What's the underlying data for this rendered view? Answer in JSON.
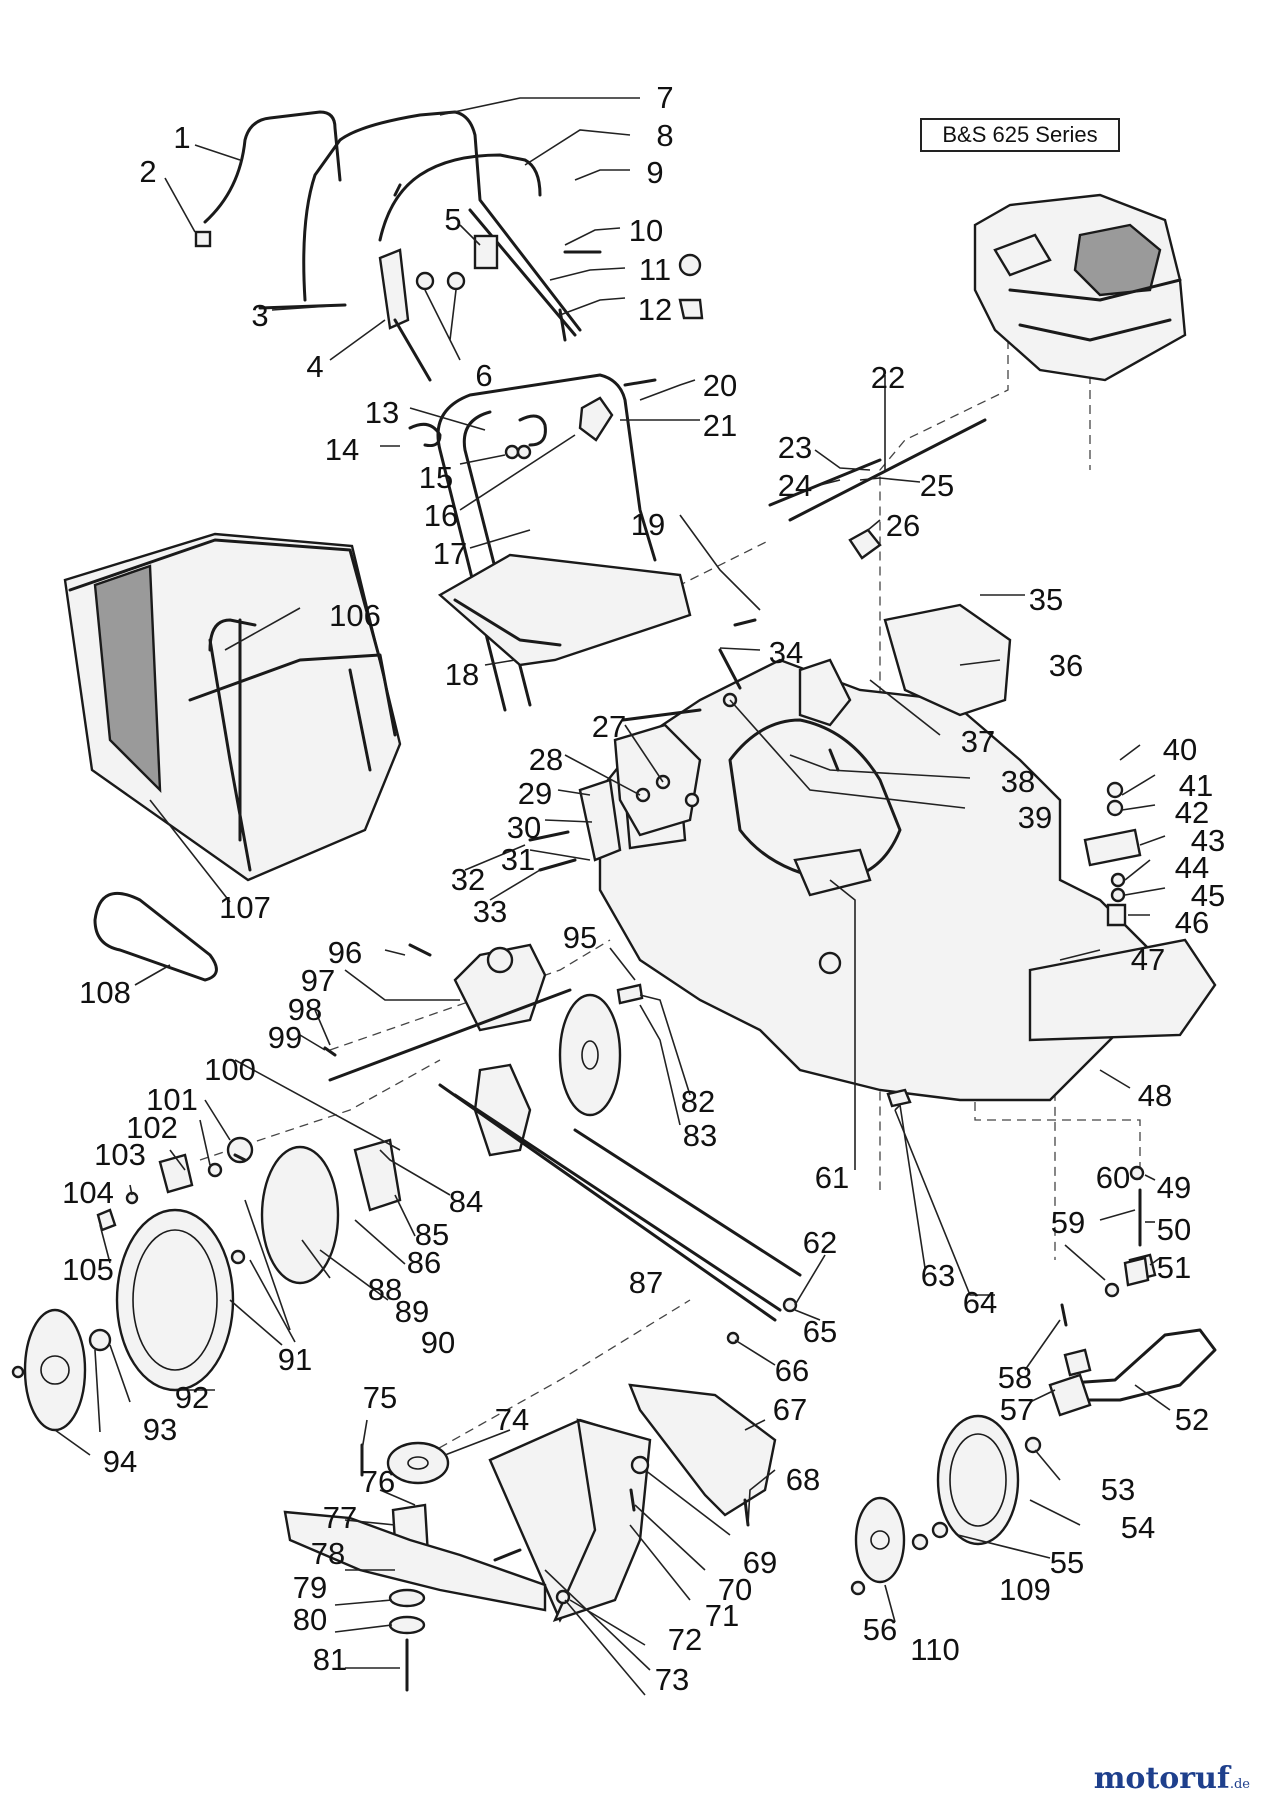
{
  "engine_label": "B&S 625 Series",
  "brand": {
    "name": "motoruf",
    "tld": ".de"
  },
  "colors": {
    "line": "#1a1a1a",
    "brand_blue": "#1e3f8c",
    "brand_orange": "#e39a1c"
  },
  "callouts": [
    {
      "n": "1"
    },
    {
      "n": "2"
    },
    {
      "n": "3"
    },
    {
      "n": "4"
    },
    {
      "n": "5"
    },
    {
      "n": "6"
    },
    {
      "n": "7"
    },
    {
      "n": "8"
    },
    {
      "n": "9"
    },
    {
      "n": "10"
    },
    {
      "n": "11"
    },
    {
      "n": "12"
    },
    {
      "n": "13"
    },
    {
      "n": "14"
    },
    {
      "n": "15"
    },
    {
      "n": "16"
    },
    {
      "n": "17"
    },
    {
      "n": "18"
    },
    {
      "n": "19"
    },
    {
      "n": "20"
    },
    {
      "n": "21"
    },
    {
      "n": "22"
    },
    {
      "n": "23"
    },
    {
      "n": "24"
    },
    {
      "n": "25"
    },
    {
      "n": "26"
    },
    {
      "n": "27"
    },
    {
      "n": "28"
    },
    {
      "n": "29"
    },
    {
      "n": "30"
    },
    {
      "n": "31"
    },
    {
      "n": "32"
    },
    {
      "n": "33"
    },
    {
      "n": "34"
    },
    {
      "n": "35"
    },
    {
      "n": "36"
    },
    {
      "n": "37"
    },
    {
      "n": "38"
    },
    {
      "n": "39"
    },
    {
      "n": "40"
    },
    {
      "n": "41"
    },
    {
      "n": "42"
    },
    {
      "n": "43"
    },
    {
      "n": "44"
    },
    {
      "n": "45"
    },
    {
      "n": "46"
    },
    {
      "n": "47"
    },
    {
      "n": "48"
    },
    {
      "n": "49"
    },
    {
      "n": "50"
    },
    {
      "n": "51"
    },
    {
      "n": "52"
    },
    {
      "n": "53"
    },
    {
      "n": "54"
    },
    {
      "n": "55"
    },
    {
      "n": "56"
    },
    {
      "n": "57"
    },
    {
      "n": "58"
    },
    {
      "n": "59"
    },
    {
      "n": "60"
    },
    {
      "n": "61"
    },
    {
      "n": "62"
    },
    {
      "n": "63"
    },
    {
      "n": "64"
    },
    {
      "n": "65"
    },
    {
      "n": "66"
    },
    {
      "n": "67"
    },
    {
      "n": "68"
    },
    {
      "n": "69"
    },
    {
      "n": "70"
    },
    {
      "n": "71"
    },
    {
      "n": "72"
    },
    {
      "n": "73"
    },
    {
      "n": "74"
    },
    {
      "n": "75"
    },
    {
      "n": "76"
    },
    {
      "n": "77"
    },
    {
      "n": "78"
    },
    {
      "n": "79"
    },
    {
      "n": "80"
    },
    {
      "n": "81"
    },
    {
      "n": "82"
    },
    {
      "n": "83"
    },
    {
      "n": "84"
    },
    {
      "n": "85"
    },
    {
      "n": "86"
    },
    {
      "n": "87"
    },
    {
      "n": "88"
    },
    {
      "n": "89"
    },
    {
      "n": "90"
    },
    {
      "n": "91"
    },
    {
      "n": "92"
    },
    {
      "n": "93"
    },
    {
      "n": "94"
    },
    {
      "n": "95"
    },
    {
      "n": "96"
    },
    {
      "n": "97"
    },
    {
      "n": "98"
    },
    {
      "n": "99"
    },
    {
      "n": "100"
    },
    {
      "n": "101"
    },
    {
      "n": "102"
    },
    {
      "n": "103"
    },
    {
      "n": "104"
    },
    {
      "n": "105"
    },
    {
      "n": "106"
    },
    {
      "n": "107"
    },
    {
      "n": "108"
    },
    {
      "n": "109"
    },
    {
      "n": "110"
    }
  ]
}
